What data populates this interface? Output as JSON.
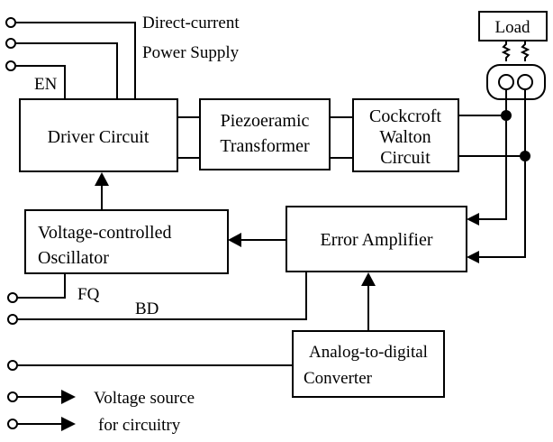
{
  "blocks": {
    "driver": "Driver Circuit",
    "transformer": [
      "Piezoeramic",
      "Transformer"
    ],
    "cockcroft": [
      "Cockcroft",
      "Walton",
      "Circuit"
    ],
    "load": "Load",
    "vco": [
      "Voltage-controlled",
      "Oscillator"
    ],
    "error_amp": "Error Amplifier",
    "adc": [
      "Analog-to-digital",
      "Converter"
    ]
  },
  "labels": {
    "dc_supply": [
      "Direct-current",
      "Power Supply"
    ],
    "en": "EN",
    "fq": "FQ",
    "bd": "BD"
  },
  "legend": {
    "line1": "Voltage source",
    "line2": "for circuitry"
  }
}
